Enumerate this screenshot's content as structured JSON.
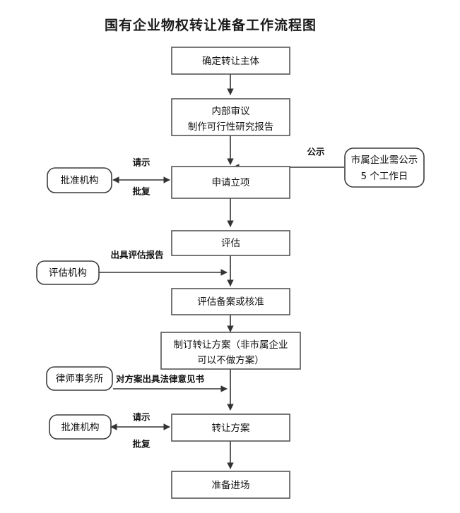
{
  "diagram": {
    "title": "国有企业物权转让准备工作流程图",
    "nodes": {
      "n1": {
        "label": "确定转让主体"
      },
      "n2_line1": {
        "label": "内部审议"
      },
      "n2_line2": {
        "label": "制作可行性研究报告"
      },
      "n3": {
        "label": "申请立项"
      },
      "n4": {
        "label": "评估"
      },
      "n5": {
        "label": "评估备案或核准"
      },
      "n6_line1": {
        "label": "制订转让方案（非市属企业"
      },
      "n6_line2": {
        "label": "可以不做方案）"
      },
      "n7": {
        "label": "转让方案"
      },
      "n8": {
        "label": "准备进场"
      },
      "s1": {
        "label": "批准机构"
      },
      "s2_line1": {
        "label": "市属企业需公示"
      },
      "s2_line2": {
        "label": "5 个工作日"
      },
      "s3": {
        "label": "评估机构"
      },
      "s4": {
        "label": "律师事务所"
      },
      "s5": {
        "label": "批准机构"
      }
    },
    "edge_labels": {
      "e1": {
        "label": "请示"
      },
      "e2": {
        "label": "批复"
      },
      "e3": {
        "label": "公示"
      },
      "e4": {
        "label": "出具评估报告"
      },
      "e5": {
        "label": "对方案出具法律意见书"
      },
      "e6": {
        "label": "请示"
      },
      "e7": {
        "label": "批复"
      }
    },
    "colors": {
      "background": "#ffffff",
      "node_stroke": "#555555",
      "round_stroke": "#3c3c3c",
      "connector": "#333333",
      "text": "#111111"
    }
  }
}
